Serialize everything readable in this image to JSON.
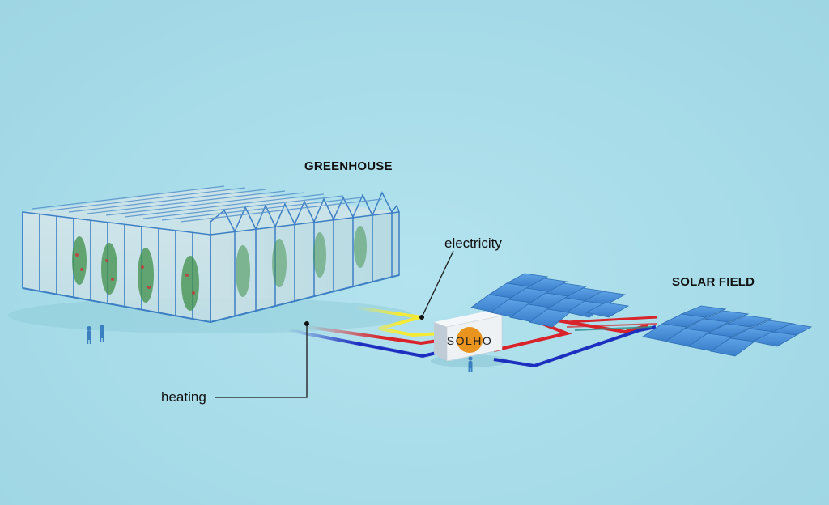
{
  "labels": {
    "greenhouse": "GREENHOUSE",
    "solar_field": "SOLAR FIELD",
    "electricity": "electricity",
    "heating": "heating"
  },
  "unit": {
    "logo_text": "SOLHO"
  },
  "colors": {
    "background": "#a9dde9",
    "hot_pipe": "#d8232a",
    "cold_pipe": "#1c2fbf",
    "electric_line": "#f4ea35",
    "solar_panel": "#4a90d9",
    "greenhouse_frame": "#3d7fc4",
    "logo_sun": "#e8941e"
  }
}
